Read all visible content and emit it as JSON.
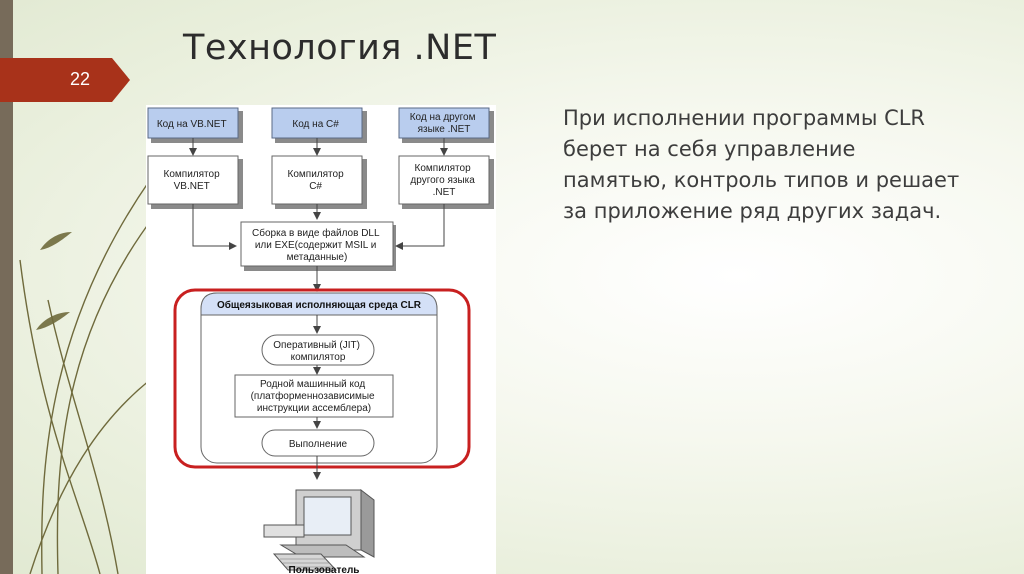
{
  "slide": {
    "number": "22",
    "title": "Технология .NET",
    "body_text": "При исполнении программы CLR берет на себя управление памятью, контроль типов и решает за приложение ряд других задач."
  },
  "diagram": {
    "sources": [
      {
        "code_lines": [
          "Код на VB.NET"
        ],
        "compiler_lines": [
          "Компилятор",
          "VB.NET"
        ]
      },
      {
        "code_lines": [
          "Код на C#"
        ],
        "compiler_lines": [
          "Компилятор",
          "C#"
        ]
      },
      {
        "code_lines": [
          "Код на другом",
          "языке .NET"
        ],
        "compiler_lines": [
          "Компилятор",
          "другого языка",
          ".NET"
        ]
      }
    ],
    "assembly_lines": [
      "Сборка в виде файлов DLL",
      "или EXE(содержит MSIL и",
      "метаданные)"
    ],
    "clr_title": "Общеязыковая исполняющая среда CLR",
    "jit_lines": [
      "Оперативный (JIT)",
      "компилятор"
    ],
    "native_lines": [
      "Родной машинный код",
      "(платформеннозависимые",
      "инструкции ассемблера)"
    ],
    "execution": "Выполнение",
    "user": "Пользователь",
    "colors": {
      "code_box": "#b9cdee",
      "highlight_border": "#c82020",
      "clr_header": "#d4e0f7",
      "slide_number_bg": "#a8321a",
      "left_bar": "#776b5a"
    }
  }
}
